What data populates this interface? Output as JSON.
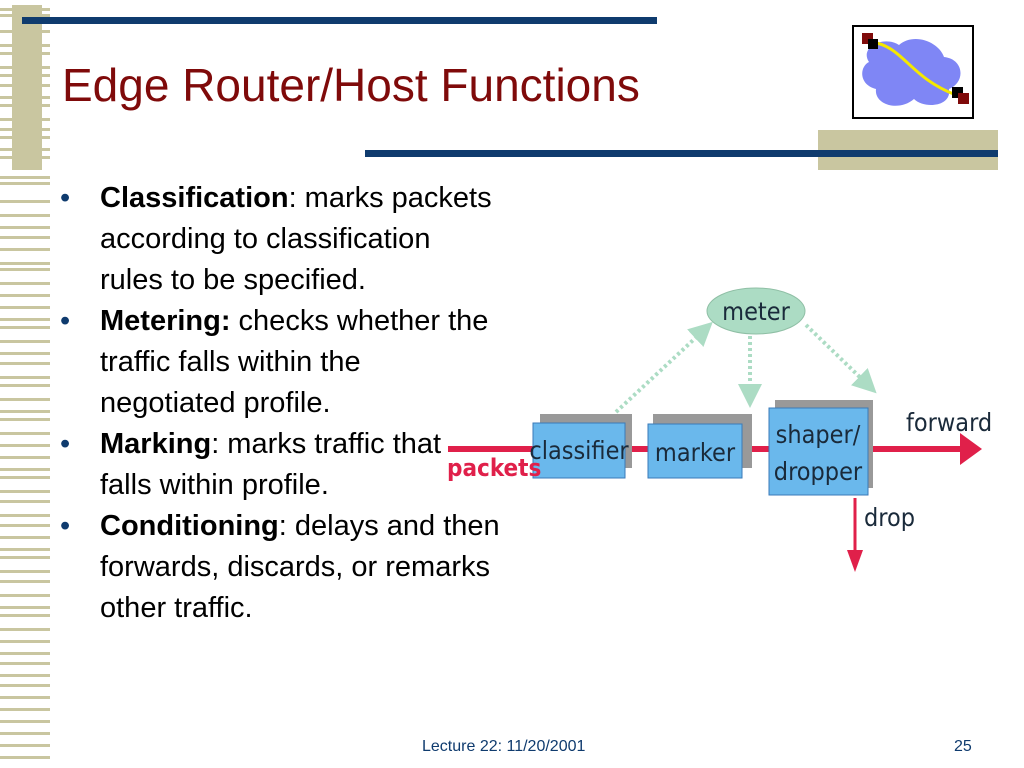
{
  "title": "Edge Router/Host Functions",
  "bullets": [
    {
      "term": "Classification",
      "text": ": marks packets according to classification rules to be specified."
    },
    {
      "term": "Metering:",
      "text": " checks whether the traffic falls within the negotiated profile."
    },
    {
      "term": "Marking",
      "text": ": marks traffic that falls within profile."
    },
    {
      "term": "Conditioning",
      "text": ": delays and then forwards, discards, or remarks other traffic."
    }
  ],
  "diagram": {
    "packets": "packets",
    "classifier": "classifier",
    "marker": "marker",
    "shaper1": "shaper/",
    "shaper2": "dropper",
    "meter": "meter",
    "forward": "forward",
    "drop": "drop"
  },
  "footer": {
    "lecture": "Lecture 22: 11/20/2001",
    "page": "25"
  },
  "colors": {
    "title": "#7f0a0a",
    "accent": "#0f3b6e",
    "decor": "#c9c6a0",
    "flow": "#e0204a",
    "box": "#6ab8ec",
    "meter": "#acdcc4"
  }
}
